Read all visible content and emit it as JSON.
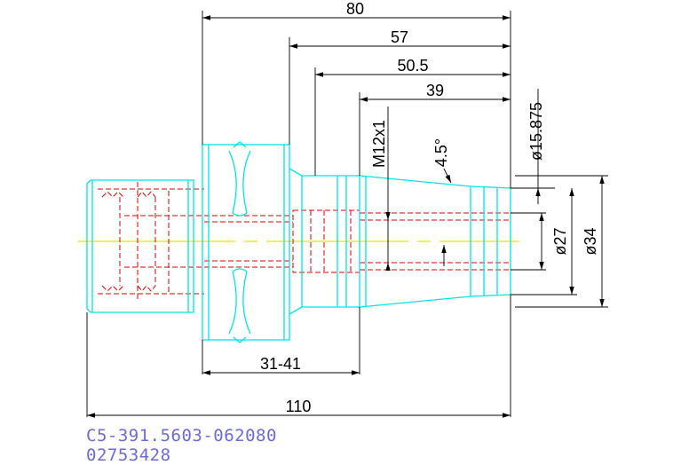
{
  "drawing": {
    "dimensions": {
      "d80": "80",
      "d57": "57",
      "d50_5": "50.5",
      "d39": "39",
      "thread": "M12x1",
      "angle": "4.5°",
      "dia15_875": "ø15.875",
      "dia27": "ø27",
      "dia34": "ø34",
      "d31_41": "31-41",
      "d110": "110"
    },
    "colors": {
      "dimension": "#000000",
      "outline": "#00e5e5",
      "hidden": "#e00000",
      "centerline": "#e5e500",
      "text_id": "#6b6bd6"
    }
  },
  "part_code": "C5-391.5603-062080",
  "part_number": "02753428"
}
